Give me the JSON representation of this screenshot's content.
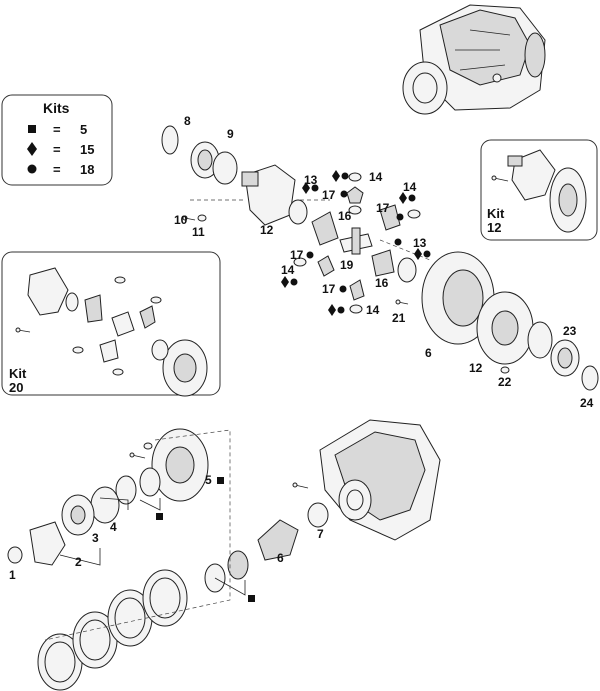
{
  "legend": {
    "title": "Kits",
    "rows": [
      {
        "symbol": "square",
        "eq": "=",
        "value": "5"
      },
      {
        "symbol": "diamond",
        "eq": "=",
        "value": "15"
      },
      {
        "symbol": "circle",
        "eq": "=",
        "value": "18"
      }
    ]
  },
  "kits": {
    "kit12": {
      "line1": "Kit",
      "line2": "12"
    },
    "kit20": {
      "line1": "Kit",
      "line2": "20"
    }
  },
  "callouts": {
    "c1": "1",
    "c2": "2",
    "c3": "3",
    "c4": "4",
    "c5": "5",
    "c6a": "6",
    "c6b": "6",
    "c7": "7",
    "c8": "8",
    "c9": "9",
    "c10": "10",
    "c11": "11",
    "c12a": "12",
    "c12b": "12",
    "c13a": "13",
    "c13b": "13",
    "c14a": "14",
    "c14b": "14",
    "c14c": "14",
    "c14d": "14",
    "c16a": "16",
    "c16b": "16",
    "c17a": "17",
    "c17b": "17",
    "c17c": "17",
    "c17d": "17",
    "c19": "19",
    "c21": "21",
    "c22": "22",
    "c23": "23",
    "c24": "24"
  },
  "icons": [
    "square-marker-icon",
    "diamond-marker-icon",
    "circle-marker-icon"
  ]
}
